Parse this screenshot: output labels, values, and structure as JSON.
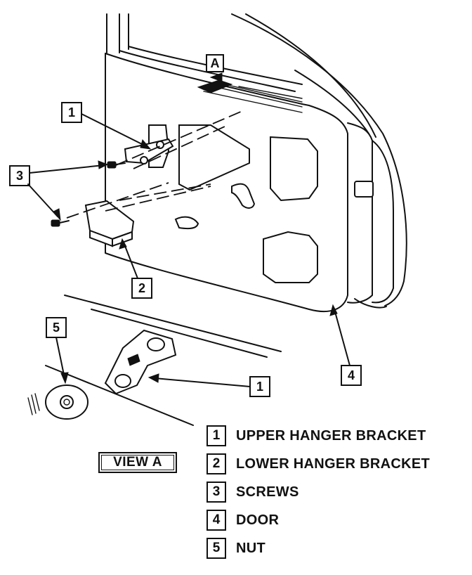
{
  "callouts": {
    "c1_top": "1",
    "c3": "3",
    "c2": "2",
    "c4": "4",
    "c5": "5",
    "c1_bottom": "1",
    "view_marker": "A"
  },
  "view_label": "VIEW A",
  "legend": [
    {
      "num": "1",
      "label": "UPPER HANGER BRACKET"
    },
    {
      "num": "2",
      "label": "LOWER HANGER BRACKET"
    },
    {
      "num": "3",
      "label": "SCREWS"
    },
    {
      "num": "4",
      "label": "DOOR"
    },
    {
      "num": "5",
      "label": "NUT"
    }
  ]
}
